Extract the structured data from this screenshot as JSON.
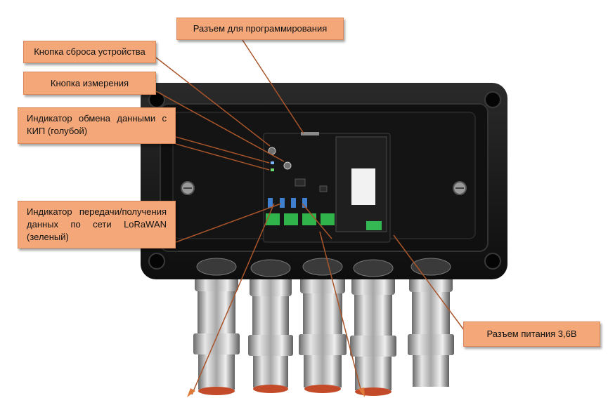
{
  "callouts": {
    "programming_connector": "Разъем для программирования",
    "reset_button": "Кнопка сброса устройства",
    "measure_button": "Кнопка измерения",
    "kip_indicator": "Индикатор обмена данными с КИП (голубой)",
    "lorawan_indicator": "Индикатор передачи/получения данных по сети LoRaWAN (зеленый)",
    "power_connector": "Разъем питания 3,6В"
  },
  "colors": {
    "callout_fill": "#f4a87a",
    "callout_border": "#d9875a",
    "leader_line": "#a9552a",
    "enclosure": "#1b1b1b",
    "pcb": "#161616"
  }
}
